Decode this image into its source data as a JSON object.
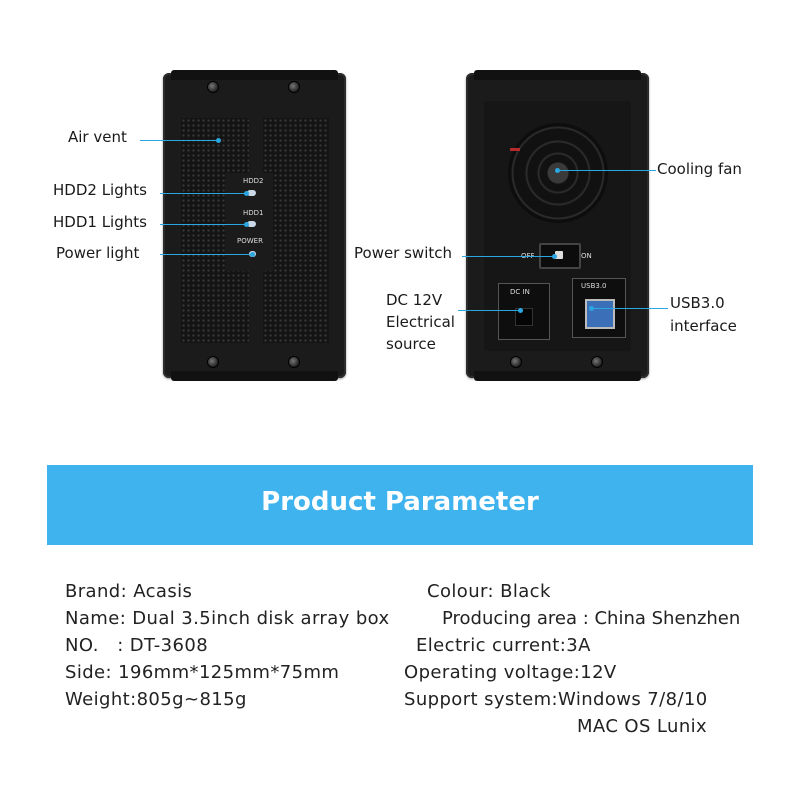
{
  "front_callouts": {
    "air_vent": "Air vent",
    "hdd2_lights": "HDD2 Lights",
    "hdd1_lights": "HDD1 Lights",
    "power_light": "Power light"
  },
  "front_panel_marks": {
    "hdd2": "HDD2",
    "hdd1": "HDD1",
    "power": "POWER"
  },
  "back_callouts": {
    "cooling_fan": "Cooling fan",
    "power_switch": "Power switch",
    "dc_line1": "DC 12V",
    "dc_line2": "Electrical",
    "dc_line3": "source",
    "usb_line1": "USB3.0",
    "usb_line2": "interface"
  },
  "back_panel_marks": {
    "off": "OFF",
    "on": "ON",
    "dc_in": "DC  IN",
    "usb30": "USB3.0"
  },
  "banner": {
    "title": "Product Parameter"
  },
  "specs": {
    "brand": "Brand: Acasis",
    "colour": "Colour: Black",
    "name": "Name: Dual 3.5inch disk array box",
    "producing_area": "Producing area : China Shenzhen",
    "no": "NO.   : DT-3608",
    "electric_current": "Electric current:3A",
    "side": "Side: 196mm*125mm*75mm",
    "operating_voltage": "Operating voltage:12V",
    "weight": "Weight:805g~815g",
    "support_system": "Support system:Windows 7/8/10",
    "support_system_cont": "MAC OS Lunix"
  },
  "colors": {
    "accent": "#3fb3ee",
    "callout_line": "#2aa7e0",
    "case": "#1b1b1c"
  }
}
